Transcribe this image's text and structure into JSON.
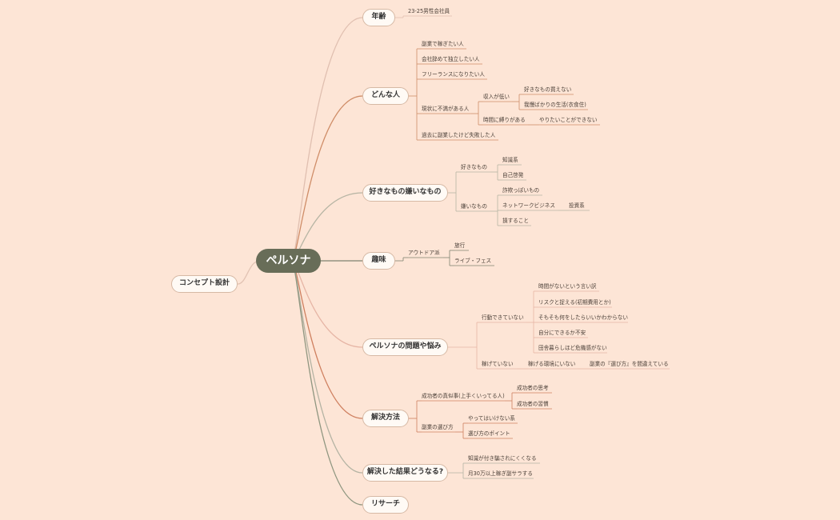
{
  "concept": "コンセプト設計",
  "root": "ペルソナ",
  "branches": [
    {
      "label": "年齢",
      "children": [
        {
          "label": "23-25男性会社員"
        }
      ]
    },
    {
      "label": "どんな人",
      "children": [
        {
          "label": "副業で稼ぎたい人"
        },
        {
          "label": "会社辞めて独立したい人"
        },
        {
          "label": "フリーランスになりたい人"
        },
        {
          "label": "現状に不満がある人",
          "children": [
            {
              "label": "収入が低い",
              "children": [
                {
                  "label": "好きなもの買えない"
                },
                {
                  "label": "我慢ばかりの生活(衣食住)"
                }
              ]
            },
            {
              "label": "時間に縛りがある",
              "children": [
                {
                  "label": "やりたいことができない"
                }
              ]
            }
          ]
        },
        {
          "label": "過去に副業したけど失敗した人"
        }
      ]
    },
    {
      "label": "好きなもの嫌いなもの",
      "children": [
        {
          "label": "好きなもの",
          "children": [
            {
              "label": "知識系"
            },
            {
              "label": "自己啓発"
            }
          ]
        },
        {
          "label": "嫌いなもの",
          "children": [
            {
              "label": "詐欺っぽいもの"
            },
            {
              "label": "ネットワークビジネス",
              "children": [
                {
                  "label": "投資系"
                }
              ]
            },
            {
              "label": "損すること"
            }
          ]
        }
      ]
    },
    {
      "label": "趣味",
      "children": [
        {
          "label": "アウトドア派",
          "children": [
            {
              "label": "旅行"
            },
            {
              "label": "ライブ・フェス"
            }
          ]
        }
      ]
    },
    {
      "label": "ペルソナの問題や悩み",
      "children": [
        {
          "label": "行動できていない",
          "children": [
            {
              "label": "時間がないという言い訳"
            },
            {
              "label": "リスクと捉える(初期費用とか)"
            },
            {
              "label": "そもそも何をしたらいいかわからない"
            },
            {
              "label": "自分にできるか不安"
            },
            {
              "label": "田舎暮らしほど危機感がない"
            }
          ]
        },
        {
          "label": "稼げていない",
          "children": [
            {
              "label": "稼げる環境にいない",
              "children": [
                {
                  "label": "副業の『選び方』を間違えている"
                }
              ]
            }
          ]
        }
      ]
    },
    {
      "label": "解決方法",
      "children": [
        {
          "label": "成功者の真似事(上手くいってる人)",
          "children": [
            {
              "label": "成功者の思考"
            },
            {
              "label": "成功者の習慣"
            }
          ]
        },
        {
          "label": "副業の選び方",
          "children": [
            {
              "label": "やってはいけない系"
            },
            {
              "label": "選び方のポイント"
            }
          ]
        }
      ]
    },
    {
      "label": "解決した結果どうなる?",
      "children": [
        {
          "label": "知識が付き騙されにくくなる"
        },
        {
          "label": "月30万以上稼ぎ副サラする"
        }
      ]
    },
    {
      "label": "リサーチ"
    }
  ],
  "colors": {
    "background": "#fde5d6",
    "root_fill": "#686d58",
    "node_fill": "#fffaf5",
    "node_border": "#d6b9a5",
    "branch_lines": [
      "#e0bfb0",
      "#cf8d68",
      "#b7b5a4",
      "#7f8270",
      "#e6b5a5",
      "#cf8060",
      "#b4b3a3",
      "#8f9680"
    ]
  }
}
